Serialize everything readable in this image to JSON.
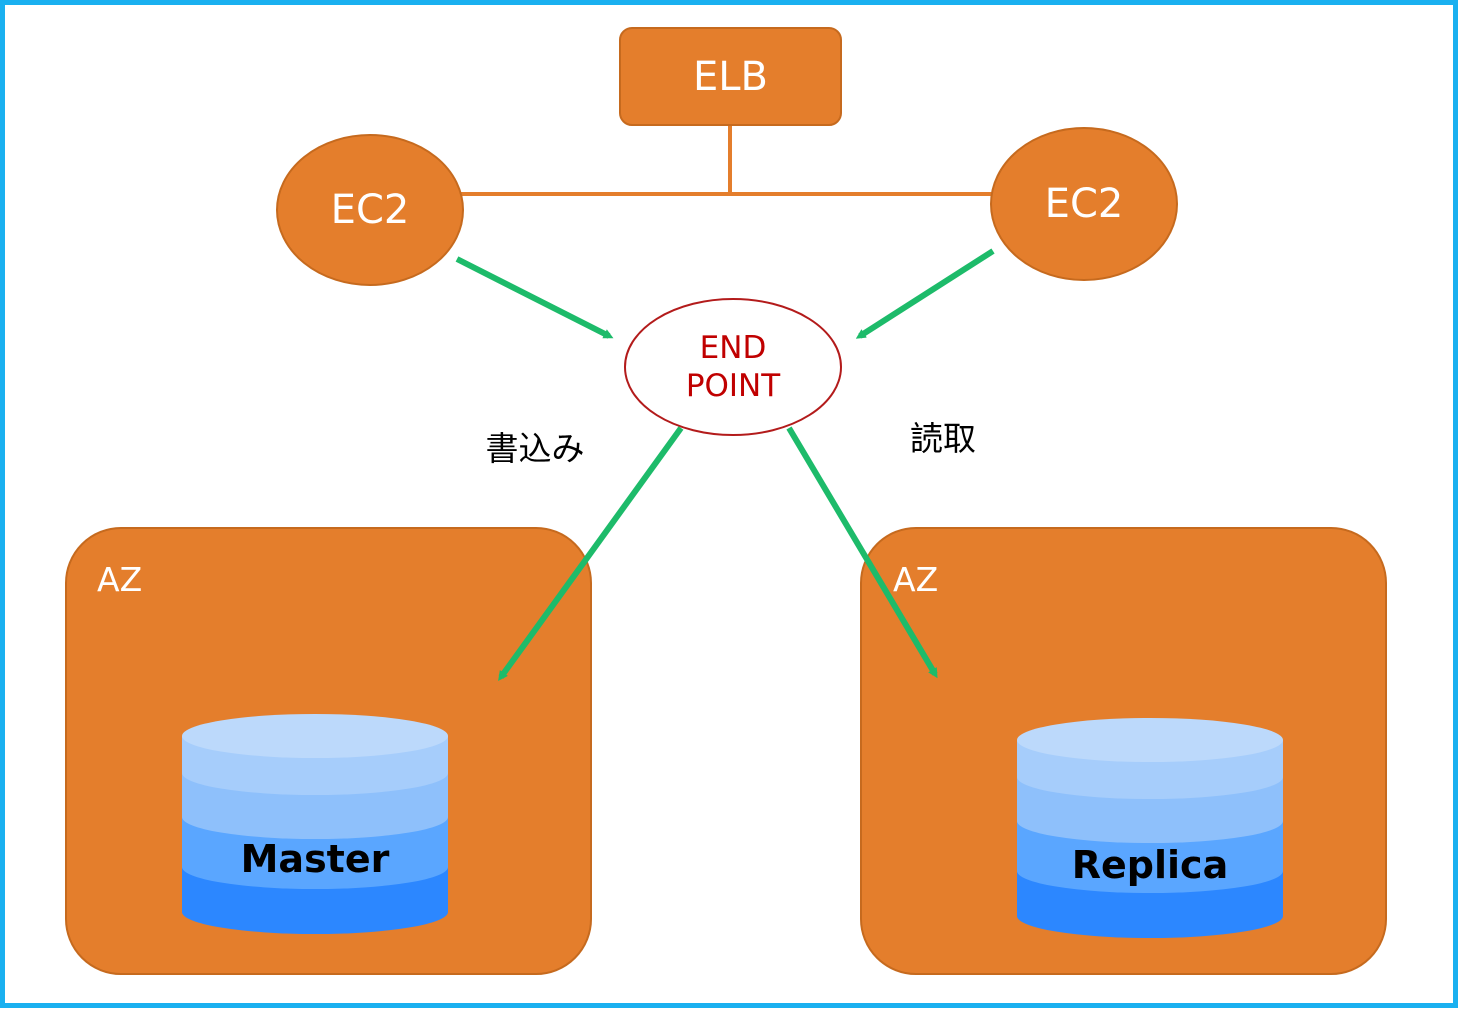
{
  "nodes": {
    "elb": {
      "label": "ELB"
    },
    "ec2_left": {
      "label": "EC2"
    },
    "ec2_right": {
      "label": "EC2"
    },
    "endpoint": {
      "line1": "END",
      "line2": "POINT"
    }
  },
  "edges": {
    "write_label": "書込み",
    "read_label": "読取"
  },
  "zones": {
    "left": {
      "label": "AZ",
      "db_label": "Master"
    },
    "right": {
      "label": "AZ",
      "db_label": "Replica"
    }
  },
  "colors": {
    "frame_border": "#1ab0f0",
    "aws_orange": "#e47e2c",
    "orange_stroke": "#c66a1e",
    "arrow_green": "#1dbb6a",
    "endpoint_text": "#c00000",
    "endpoint_stroke": "#b31b1b",
    "db_light": "#bcd9fb",
    "db_mid": "#8ec0fb",
    "db_dark": "#2c87ff"
  }
}
